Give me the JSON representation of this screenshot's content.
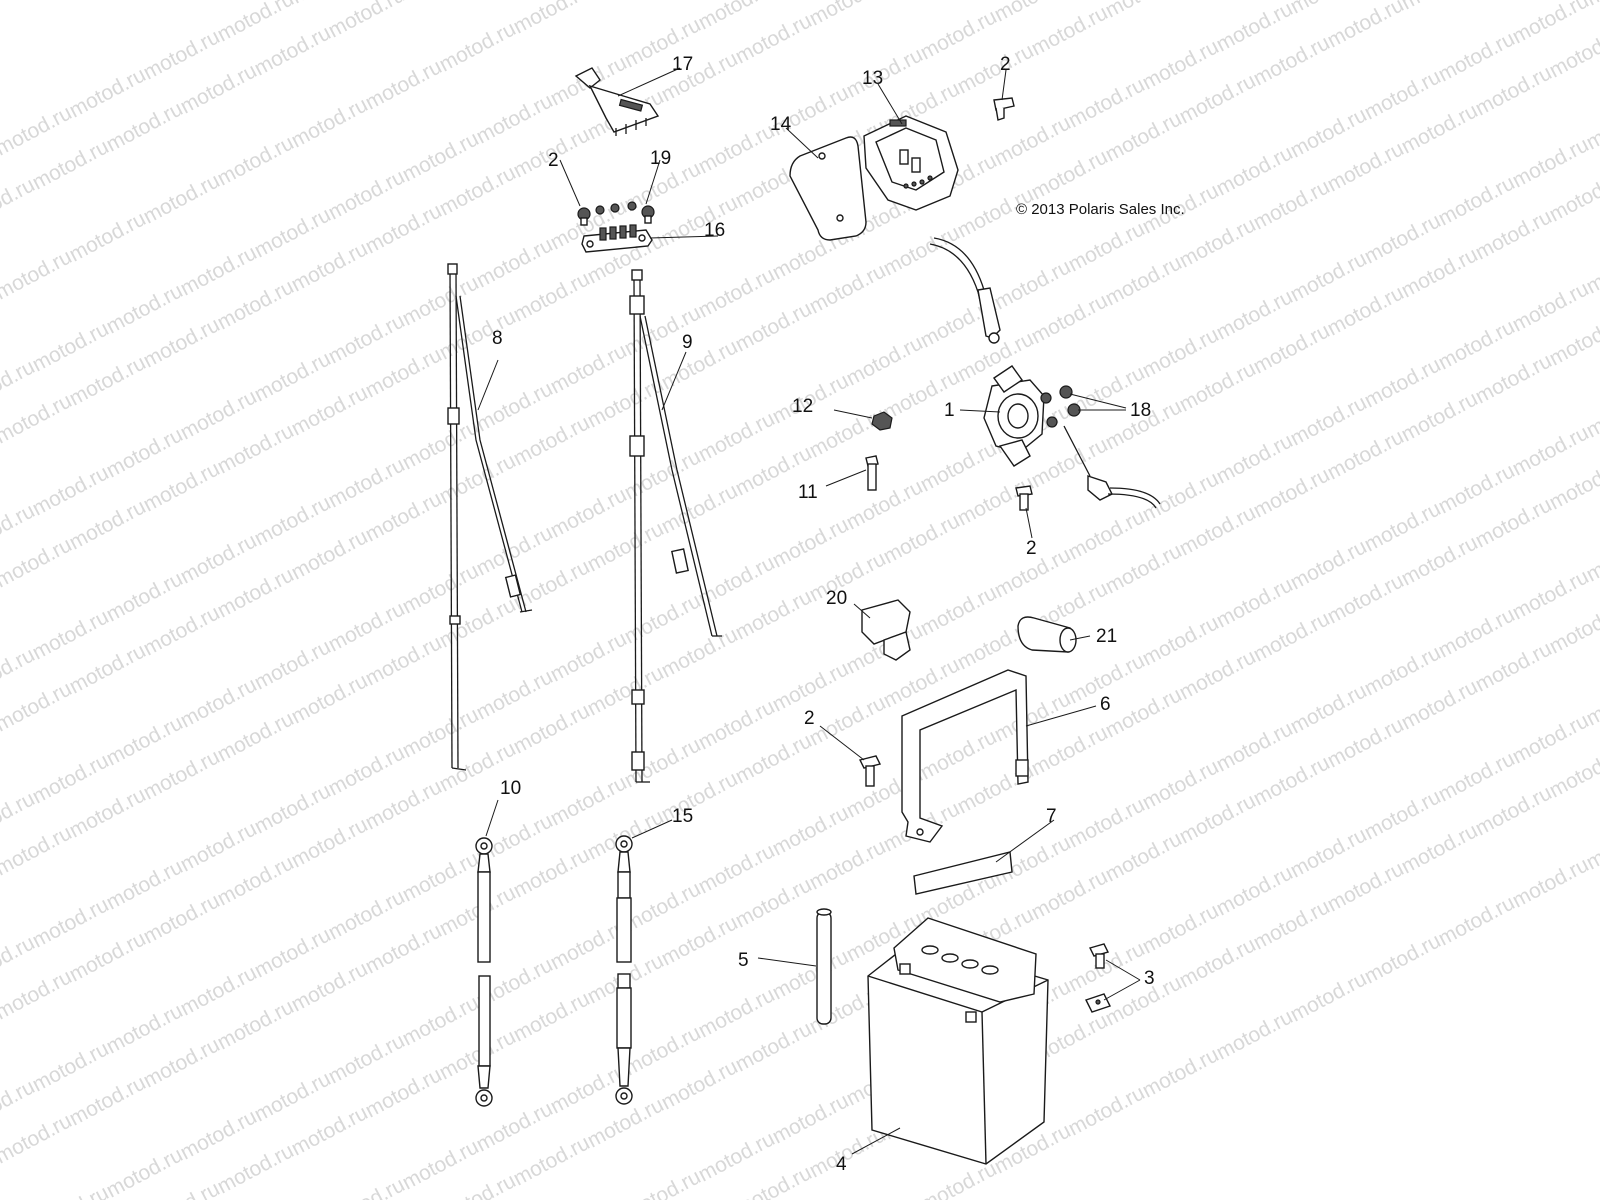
{
  "copyright": "© 2013 Polaris Sales Inc.",
  "watermark": "motod.ru",
  "callouts": [
    "1",
    "2",
    "2",
    "2",
    "2",
    "3",
    "4",
    "5",
    "6",
    "7",
    "8",
    "9",
    "10",
    "11",
    "12",
    "13",
    "14",
    "15",
    "16",
    "17",
    "18",
    "19",
    "20",
    "21"
  ],
  "colors": {
    "line": "#1a1a1a",
    "watermark": "#d8d8d8",
    "background": "#ffffff"
  }
}
